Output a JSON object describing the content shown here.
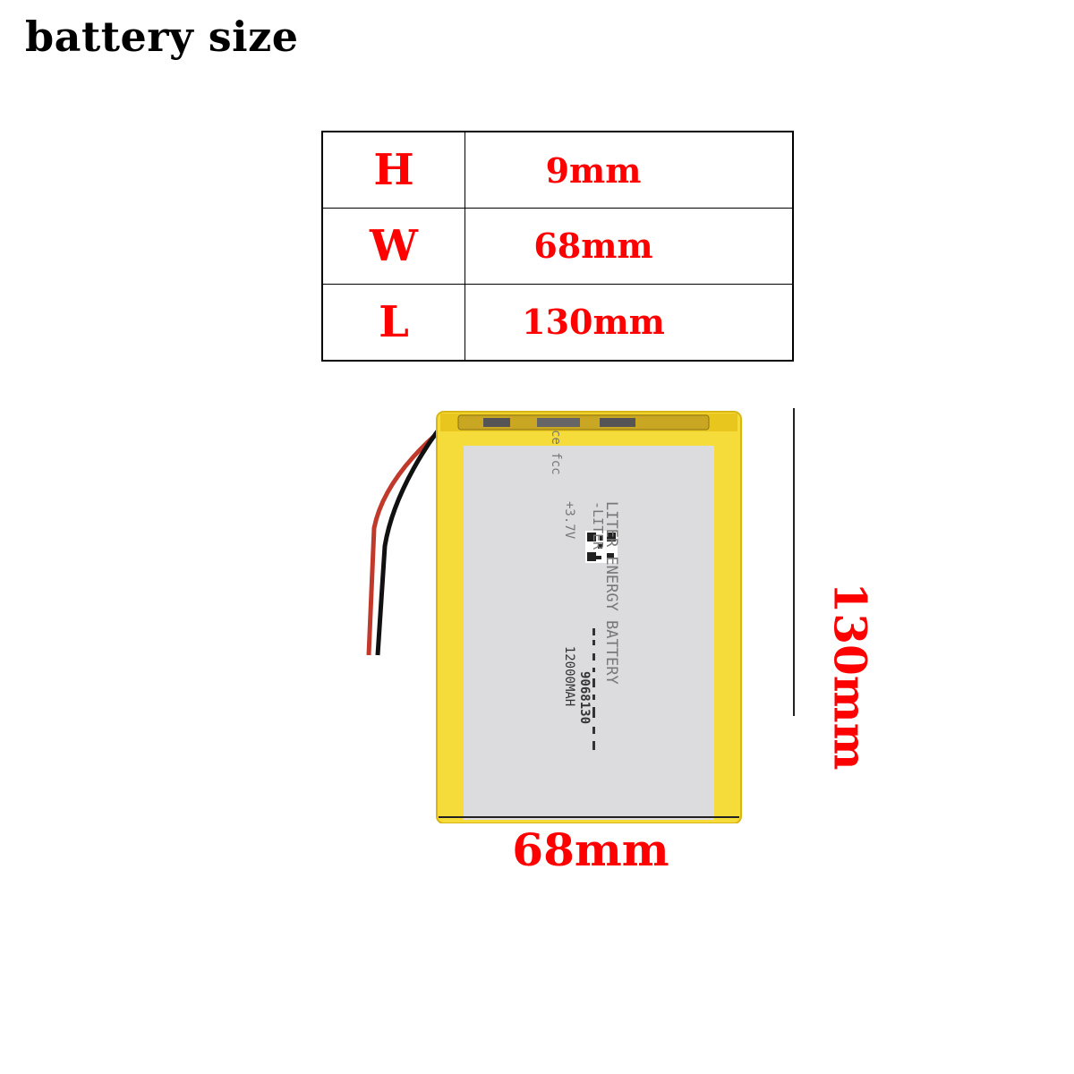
{
  "title": "battery size",
  "specs": [
    {
      "key": "H",
      "value": "9mm"
    },
    {
      "key": "W",
      "value": "68mm"
    },
    {
      "key": "L",
      "value": "130mm"
    }
  ],
  "dimension_labels": {
    "length": "130mm",
    "width": "68mm"
  },
  "battery_label": {
    "line1": "LITER ENERGY BATTERY",
    "line2": "-LITER",
    "model": "9068130",
    "voltage": "+3.7V",
    "capacity": "12000MAH",
    "marks": "ce fcc"
  },
  "colors": {
    "accent": "#ff0000",
    "battery_edge": "#f2d530",
    "battery_face": "#d9d9dc"
  }
}
